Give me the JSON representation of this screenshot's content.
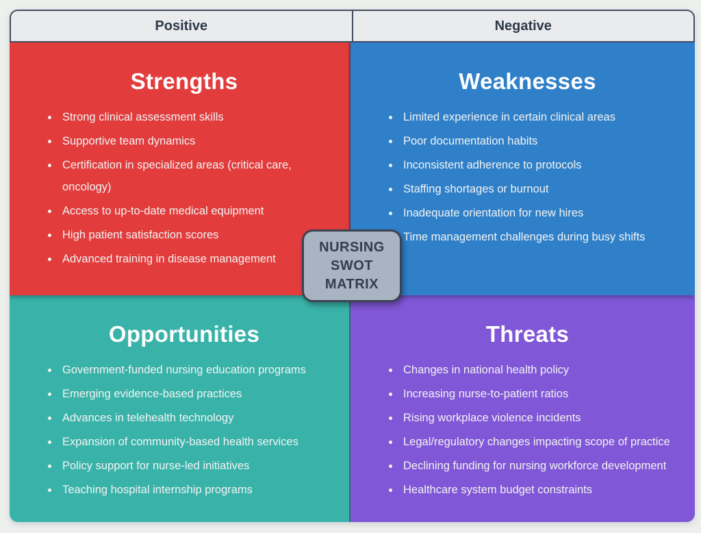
{
  "matrix": {
    "columns": [
      {
        "label": "Positive"
      },
      {
        "label": "Negative"
      }
    ],
    "center": {
      "lines": [
        "NURSING",
        "SWOT",
        "MATRIX"
      ],
      "background": "#a9b4c3",
      "border_color": "#3a4352"
    },
    "header": {
      "background": "#e9ebec",
      "border_color": "#424d61",
      "text_color": "#2e3949"
    },
    "quadrants": [
      {
        "id": "strengths",
        "title": "Strengths",
        "color": "#e23c3c",
        "items": [
          "Strong clinical assessment skills",
          "Supportive team dynamics",
          "Certification in specialized areas (critical care, oncology)",
          "Access to up-to-date medical equipment",
          "High patient satisfaction scores",
          "Advanced training in disease management"
        ]
      },
      {
        "id": "weaknesses",
        "title": "Weaknesses",
        "color": "#2f80c9",
        "items": [
          "Limited experience in certain clinical areas",
          "Poor documentation habits",
          "Inconsistent adherence to protocols",
          "Staffing shortages or burnout",
          "Inadequate orientation for new hires",
          "Time management challenges during busy shifts"
        ]
      },
      {
        "id": "opportunities",
        "title": "Opportunities",
        "color": "#39b3a9",
        "items": [
          "Government-funded nursing education programs",
          "Emerging evidence-based practices",
          "Advances in telehealth technology",
          "Expansion of community-based health services",
          "Policy support for nurse-led initiatives",
          "Teaching hospital internship programs"
        ]
      },
      {
        "id": "threats",
        "title": "Threats",
        "color": "#8057d6",
        "items": [
          "Changes in national health policy",
          "Increasing nurse-to-patient ratios",
          "Rising workplace violence incidents",
          "Legal/regulatory changes impacting scope of practice",
          "Declining funding for nursing workforce development",
          "Healthcare system budget constraints"
        ]
      }
    ]
  }
}
